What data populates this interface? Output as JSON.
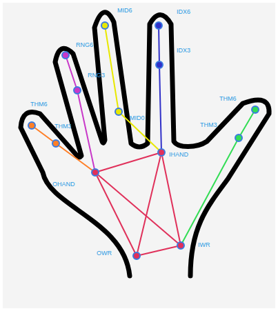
{
  "diagram": {
    "labels": [
      "MID6",
      "IDX6",
      "IDX3",
      "RNG6",
      "RNG3",
      "THM6",
      "THM3",
      "MID0",
      "IHAND",
      "OHAND",
      "OWR",
      "IWR",
      "THM6",
      "THM3"
    ]
  }
}
